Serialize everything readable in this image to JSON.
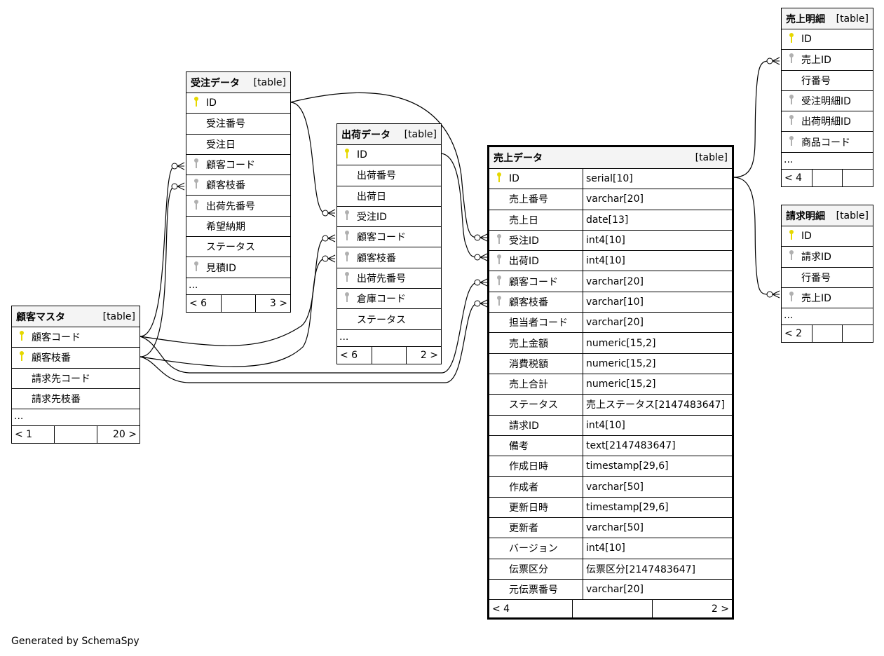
{
  "colors": {
    "pk_key": "#e6d800",
    "fk_key": "#b0b0b0"
  },
  "tables": [
    {
      "id": "kokyaku",
      "name": "顧客マスタ",
      "type": "[table]",
      "columns": [
        {
          "name": "顧客コード",
          "key": "pk"
        },
        {
          "name": "顧客枝番",
          "key": "pk"
        },
        {
          "name": "請求先コード",
          "key": ""
        },
        {
          "name": "請求先枝番",
          "key": ""
        }
      ],
      "more": "...",
      "footer": [
        "< 1",
        "",
        "20 >"
      ]
    },
    {
      "id": "juchu",
      "name": "受注データ",
      "type": "[table]",
      "columns": [
        {
          "name": "ID",
          "key": "pk"
        },
        {
          "name": "受注番号",
          "key": ""
        },
        {
          "name": "受注日",
          "key": ""
        },
        {
          "name": "顧客コード",
          "key": "fk"
        },
        {
          "name": "顧客枝番",
          "key": "fk"
        },
        {
          "name": "出荷先番号",
          "key": "fk"
        },
        {
          "name": "希望納期",
          "key": ""
        },
        {
          "name": "ステータス",
          "key": ""
        },
        {
          "name": "見積ID",
          "key": "fk"
        }
      ],
      "more": "...",
      "footer": [
        "< 6",
        "",
        "3 >"
      ]
    },
    {
      "id": "shukka",
      "name": "出荷データ",
      "type": "[table]",
      "columns": [
        {
          "name": "ID",
          "key": "pk"
        },
        {
          "name": "出荷番号",
          "key": ""
        },
        {
          "name": "出荷日",
          "key": ""
        },
        {
          "name": "受注ID",
          "key": "fk"
        },
        {
          "name": "顧客コード",
          "key": "fk"
        },
        {
          "name": "顧客枝番",
          "key": "fk"
        },
        {
          "name": "出荷先番号",
          "key": "fk"
        },
        {
          "name": "倉庫コード",
          "key": "fk"
        },
        {
          "name": "ステータス",
          "key": ""
        }
      ],
      "more": "...",
      "footer": [
        "< 6",
        "",
        "2 >"
      ]
    },
    {
      "id": "uriage",
      "name": "売上データ",
      "type": "[table]",
      "columns": [
        {
          "name": "ID",
          "key": "pk",
          "type": "serial[10]"
        },
        {
          "name": "売上番号",
          "key": "",
          "type": "varchar[20]"
        },
        {
          "name": "売上日",
          "key": "",
          "type": "date[13]"
        },
        {
          "name": "受注ID",
          "key": "fk",
          "type": "int4[10]"
        },
        {
          "name": "出荷ID",
          "key": "fk",
          "type": "int4[10]"
        },
        {
          "name": "顧客コード",
          "key": "fk",
          "type": "varchar[20]"
        },
        {
          "name": "顧客枝番",
          "key": "fk",
          "type": "varchar[10]"
        },
        {
          "name": "担当者コード",
          "key": "",
          "type": "varchar[20]"
        },
        {
          "name": "売上金額",
          "key": "",
          "type": "numeric[15,2]"
        },
        {
          "name": "消費税額",
          "key": "",
          "type": "numeric[15,2]"
        },
        {
          "name": "売上合計",
          "key": "",
          "type": "numeric[15,2]"
        },
        {
          "name": "ステータス",
          "key": "",
          "type": "売上ステータス[2147483647]"
        },
        {
          "name": "請求ID",
          "key": "",
          "type": "int4[10]"
        },
        {
          "name": "備考",
          "key": "",
          "type": "text[2147483647]"
        },
        {
          "name": "作成日時",
          "key": "",
          "type": "timestamp[29,6]"
        },
        {
          "name": "作成者",
          "key": "",
          "type": "varchar[50]"
        },
        {
          "name": "更新日時",
          "key": "",
          "type": "timestamp[29,6]"
        },
        {
          "name": "更新者",
          "key": "",
          "type": "varchar[50]"
        },
        {
          "name": "バージョン",
          "key": "",
          "type": "int4[10]"
        },
        {
          "name": "伝票区分",
          "key": "",
          "type": "伝票区分[2147483647]"
        },
        {
          "name": "元伝票番号",
          "key": "",
          "type": "varchar[20]"
        }
      ],
      "footer": [
        "< 4",
        "",
        "2 >"
      ]
    },
    {
      "id": "meisai",
      "name": "売上明細",
      "type": "[table]",
      "columns": [
        {
          "name": "ID",
          "key": "pk"
        },
        {
          "name": "売上ID",
          "key": "fk"
        },
        {
          "name": "行番号",
          "key": ""
        },
        {
          "name": "受注明細ID",
          "key": "fk"
        },
        {
          "name": "出荷明細ID",
          "key": "fk"
        },
        {
          "name": "商品コード",
          "key": "fk"
        }
      ],
      "more": "...",
      "footer": [
        "< 4",
        "",
        ""
      ]
    },
    {
      "id": "seikyu",
      "name": "請求明細",
      "type": "[table]",
      "columns": [
        {
          "name": "ID",
          "key": "pk"
        },
        {
          "name": "請求ID",
          "key": "fk"
        },
        {
          "name": "行番号",
          "key": ""
        },
        {
          "name": "売上ID",
          "key": "fk"
        }
      ],
      "more": "...",
      "footer": [
        "< 2",
        "",
        ""
      ]
    }
  ],
  "generated_by": "Generated by SchemaSpy"
}
